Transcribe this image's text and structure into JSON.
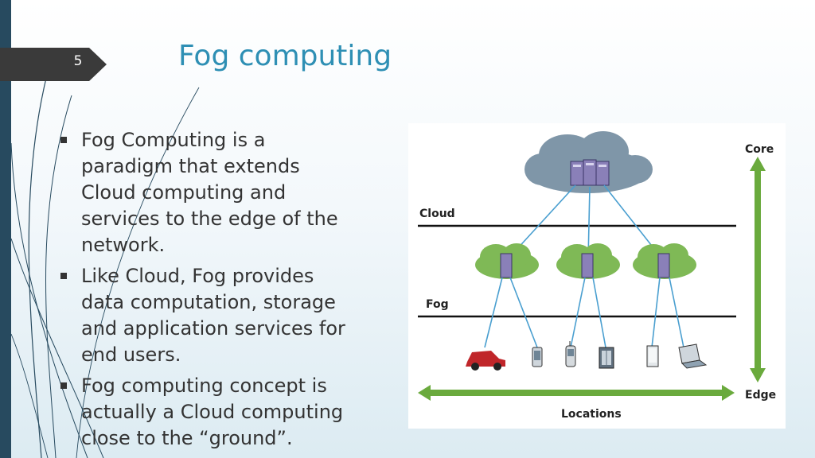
{
  "slide": {
    "number": "5",
    "title": "Fog computing"
  },
  "bullets": [
    {
      "text": "Fog Computing is a paradigm that extends Cloud computing and services to the edge of the network."
    },
    {
      "text": "Like Cloud, Fog provides data computation, storage and application services for end users."
    },
    {
      "text": "Fog computing concept is actually a Cloud computing close to the “ground”."
    }
  ],
  "diagram": {
    "labels": {
      "cloud": "Cloud",
      "fog": "Fog",
      "core": "Core",
      "edge": "Edge",
      "locations": "Locations"
    },
    "colors": {
      "cloud": "#7f96a8",
      "fog_cloud": "#7fb956",
      "arrow": "#6aaa3d",
      "link": "#4a9fd0",
      "layer_line": "#111111"
    },
    "devices": [
      "car-icon",
      "phone-icon",
      "handheld-icon",
      "server-rack-icon",
      "tablet-icon",
      "laptop-icon"
    ]
  },
  "theme": {
    "accent": "#2e8fb4",
    "left_bar": "#274a5f",
    "number_tab": "#3a3a3a"
  }
}
